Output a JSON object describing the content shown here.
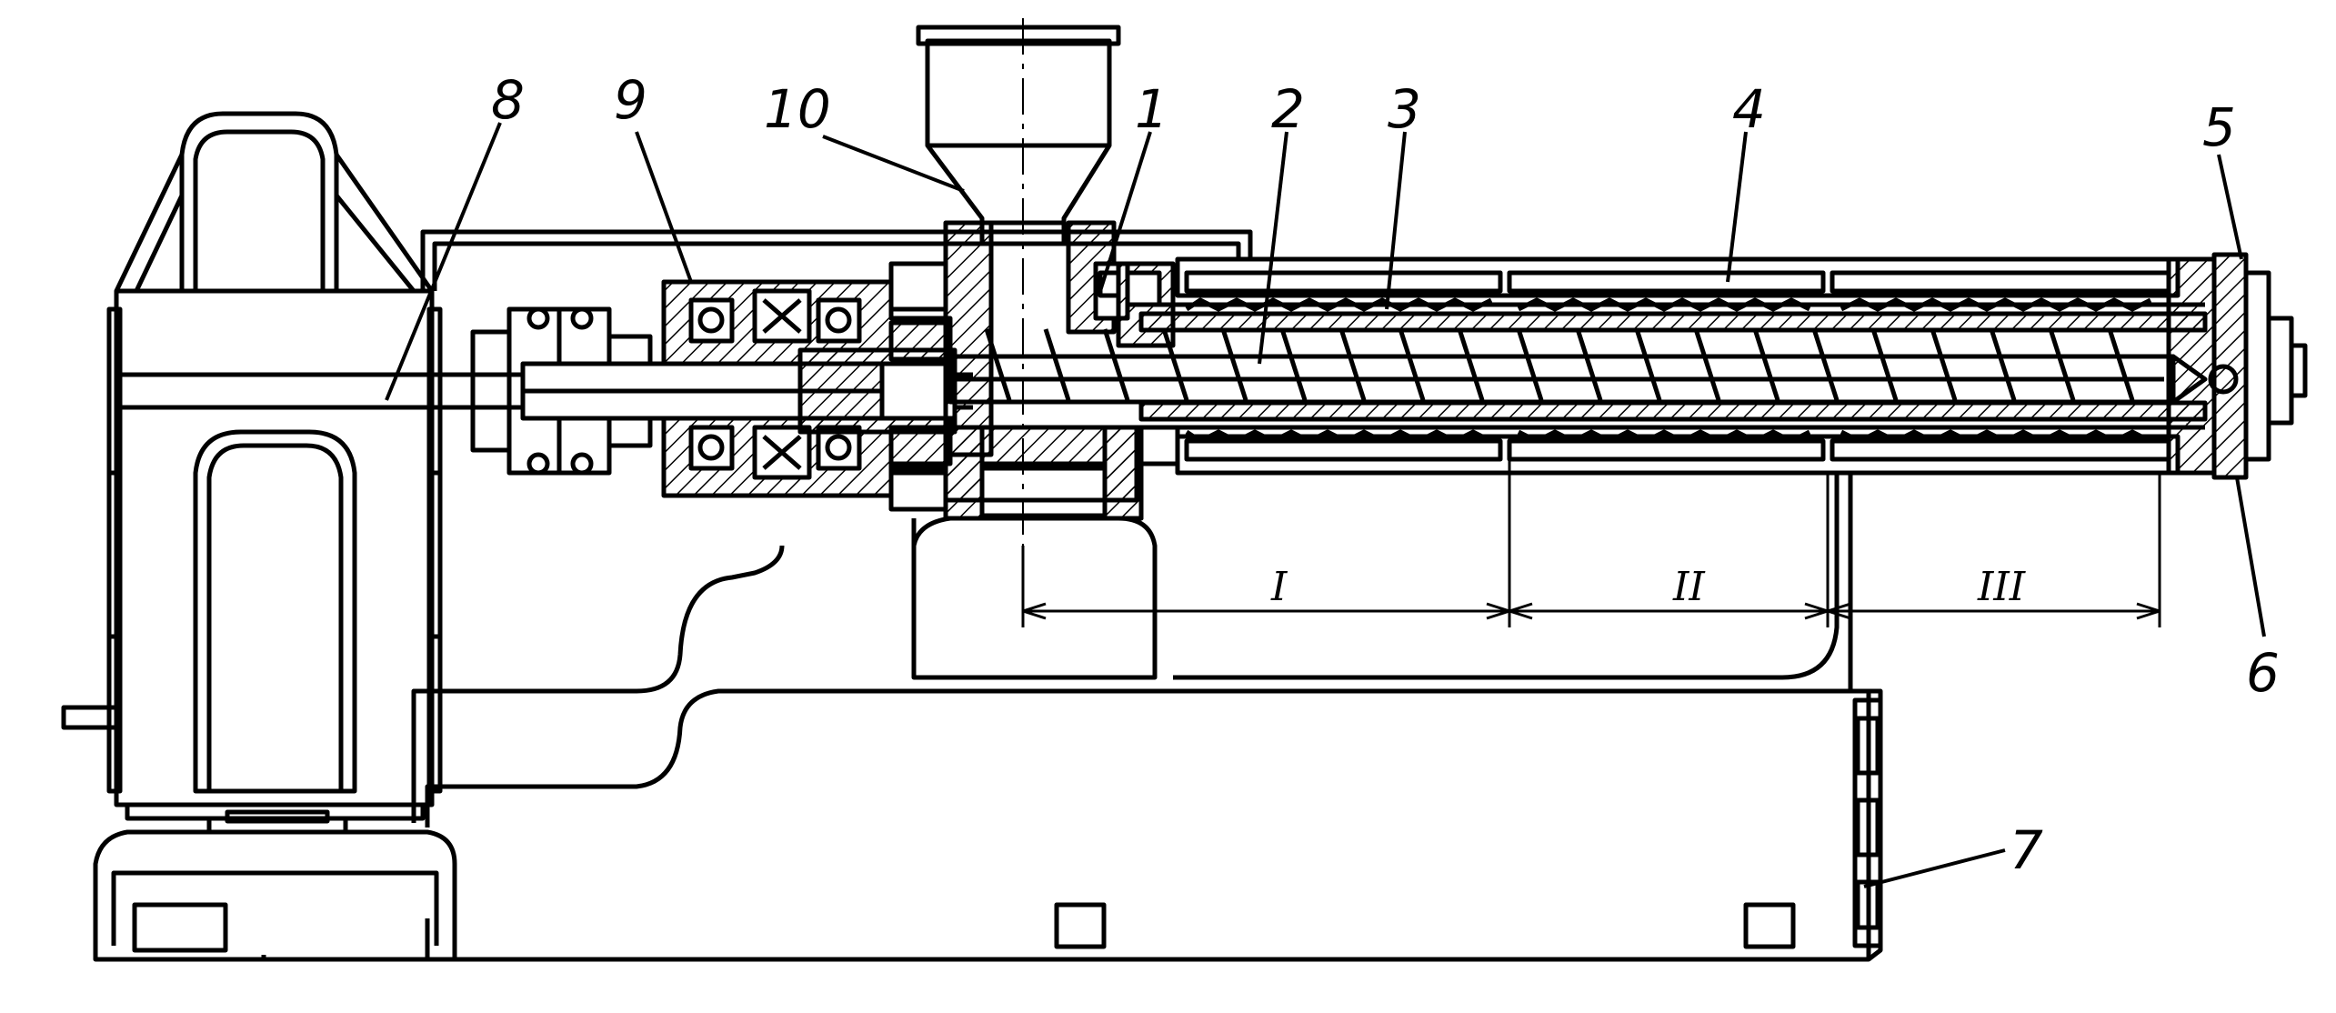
{
  "callouts": {
    "c1": "1",
    "c2": "2",
    "c3": "3",
    "c4": "4",
    "c5": "5",
    "c6": "6",
    "c7": "7",
    "c8": "8",
    "c9": "9",
    "c10": "10"
  },
  "zones": {
    "z1": "I",
    "z2": "II",
    "z3": "III"
  },
  "colors": {
    "line": "#000000",
    "background": "#ffffff"
  }
}
